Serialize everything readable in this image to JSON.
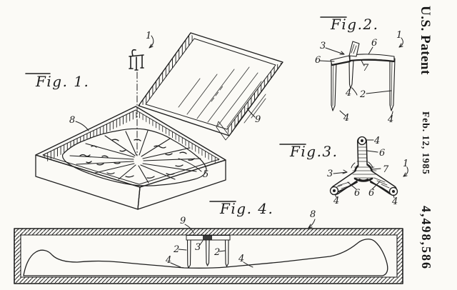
{
  "header": {
    "title": "U.S. Patent",
    "date": "Feb. 12, 1985",
    "patent_number": "4,498,586"
  },
  "figures": {
    "fig1": {
      "label": "Fig. 1.",
      "ref_1": "1",
      "ref_5": "5",
      "ref_8": "8",
      "ref_9": "9"
    },
    "fig2": {
      "label": "Fig.2.",
      "ref_1": "1",
      "ref_2": "2",
      "ref_3": "3",
      "ref_4_mid": "4",
      "ref_4_left": "4",
      "ref_4_right": "4",
      "ref_6_left": "6",
      "ref_6_top": "6",
      "ref_7": "7"
    },
    "fig3": {
      "label": "Fig.3.",
      "ref_1": "1",
      "ref_3": "3",
      "ref_4_top": "4",
      "ref_4_left": "4",
      "ref_4_right": "4",
      "ref_6_top": "6",
      "ref_6_left": "6",
      "ref_6_right": "6",
      "ref_7": "7"
    },
    "fig4": {
      "label": "Fig. 4.",
      "ref_2_left": "2",
      "ref_2_right": "2",
      "ref_3": "3",
      "ref_4_left": "4",
      "ref_4_right": "4",
      "ref_8": "8",
      "ref_9": "9"
    }
  },
  "colors": {
    "ink": "#1f1f1f",
    "paper": "#fbfaf6"
  }
}
